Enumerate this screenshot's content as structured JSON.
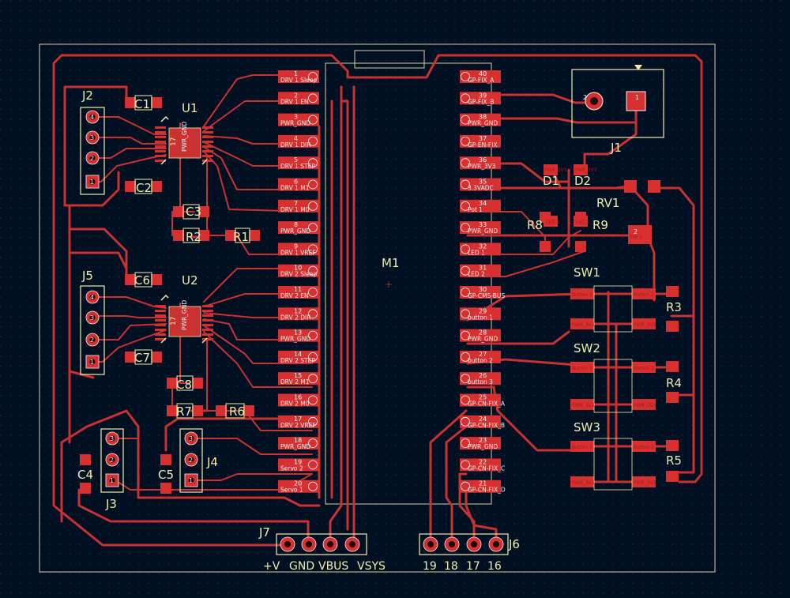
{
  "colors": {
    "background": "#001023",
    "copper": "#c83232",
    "pad": "#d83030",
    "silkscreen": "#f2ecaa",
    "outline": "#d6d0a0",
    "grid": "#1b3046"
  },
  "module": {
    "ref": "M1"
  },
  "labels": {
    "J1": "J1",
    "J2": "J2",
    "J3": "J3",
    "J4": "J4",
    "J5": "J5",
    "J6": "J6",
    "J7": "J7",
    "U1": "U1",
    "U2": "U2",
    "C1": "C1",
    "C2": "C2",
    "C3": "C3",
    "C4": "C4",
    "C5": "C5",
    "C6": "C6",
    "C7": "C7",
    "C8": "C8",
    "R1": "R1",
    "R2": "R2",
    "R3": "R3",
    "R4": "R4",
    "R5": "R5",
    "R6": "R6",
    "R7": "R7",
    "R8": "R8",
    "R9": "R9",
    "D1": "D1",
    "D2": "D2",
    "RV1": "RV1",
    "SW1": "SW1",
    "SW2": "SW2",
    "SW3": "SW3",
    "U_net": "PWR_GND",
    "pin17": "17"
  },
  "left_pins": [
    {
      "n": "1",
      "label": "DRV 1 Sleep"
    },
    {
      "n": "2",
      "label": "DRV 1 EN"
    },
    {
      "n": "3",
      "label": "PWR_GND"
    },
    {
      "n": "4",
      "label": "DRV 1 DIR"
    },
    {
      "n": "5",
      "label": "DRV 1 STEP"
    },
    {
      "n": "6",
      "label": "DRV 1 M1"
    },
    {
      "n": "7",
      "label": "DRV 1 M0"
    },
    {
      "n": "8",
      "label": "PWR_GND"
    },
    {
      "n": "9",
      "label": "DRV 1 VREF"
    },
    {
      "n": "10",
      "label": "DRV 2 Sleep"
    },
    {
      "n": "11",
      "label": "DRV 2 EN"
    },
    {
      "n": "12",
      "label": "DRV 2 DIR"
    },
    {
      "n": "13",
      "label": "PWR_GND"
    },
    {
      "n": "14",
      "label": "DRV 2 STEP"
    },
    {
      "n": "15",
      "label": "DRV 2 M1"
    },
    {
      "n": "16",
      "label": "DRV 2 M0"
    },
    {
      "n": "17",
      "label": "DRV 2 VREF"
    },
    {
      "n": "18",
      "label": "PWR_GND"
    },
    {
      "n": "19",
      "label": "Servo 2"
    },
    {
      "n": "20",
      "label": "Servo 1"
    }
  ],
  "right_pins": [
    {
      "n": "40",
      "label": "GP-FIX_A"
    },
    {
      "n": "39",
      "label": "GP-FIX_B"
    },
    {
      "n": "38",
      "label": "PWR_GND"
    },
    {
      "n": "37",
      "label": "GP-EN-FIX"
    },
    {
      "n": "36",
      "label": "PWR_3V3"
    },
    {
      "n": "35",
      "label": "3.3VADC"
    },
    {
      "n": "34",
      "label": "Pot 1"
    },
    {
      "n": "33",
      "label": "PWR_GND"
    },
    {
      "n": "32",
      "label": "LED 1"
    },
    {
      "n": "31",
      "label": "LED 2"
    },
    {
      "n": "30",
      "label": "GP-CMS-BUS"
    },
    {
      "n": "29",
      "label": "button 1"
    },
    {
      "n": "28",
      "label": "PWR_GND"
    },
    {
      "n": "27",
      "label": "button 2"
    },
    {
      "n": "26",
      "label": "button 3"
    },
    {
      "n": "25",
      "label": "GP-CN-FIX_A"
    },
    {
      "n": "24",
      "label": "GP-CN-FIX_B"
    },
    {
      "n": "23",
      "label": "PWR_GND"
    },
    {
      "n": "22",
      "label": "GP-CN-FIX_C"
    },
    {
      "n": "21",
      "label": "GP-CN-FIX_D"
    }
  ],
  "j7_pins": [
    "+V",
    "GND",
    "VBUS",
    "VSYS"
  ],
  "j6_pins": [
    "19",
    "18",
    "17",
    "16"
  ],
  "j1_pins": [
    "2",
    "1"
  ],
  "j_pin_nums": [
    "1",
    "2",
    "3",
    "4"
  ],
  "switch_pads": [
    "Button 1",
    "Button 1",
    "PWR_3V3",
    "PWR_3V3"
  ],
  "diode_pads": [
    "PWR_3V3",
    "PWR_3V3",
    "LED 1",
    "LED 2"
  ],
  "rv_pads": [
    "Pot 1",
    "2"
  ]
}
